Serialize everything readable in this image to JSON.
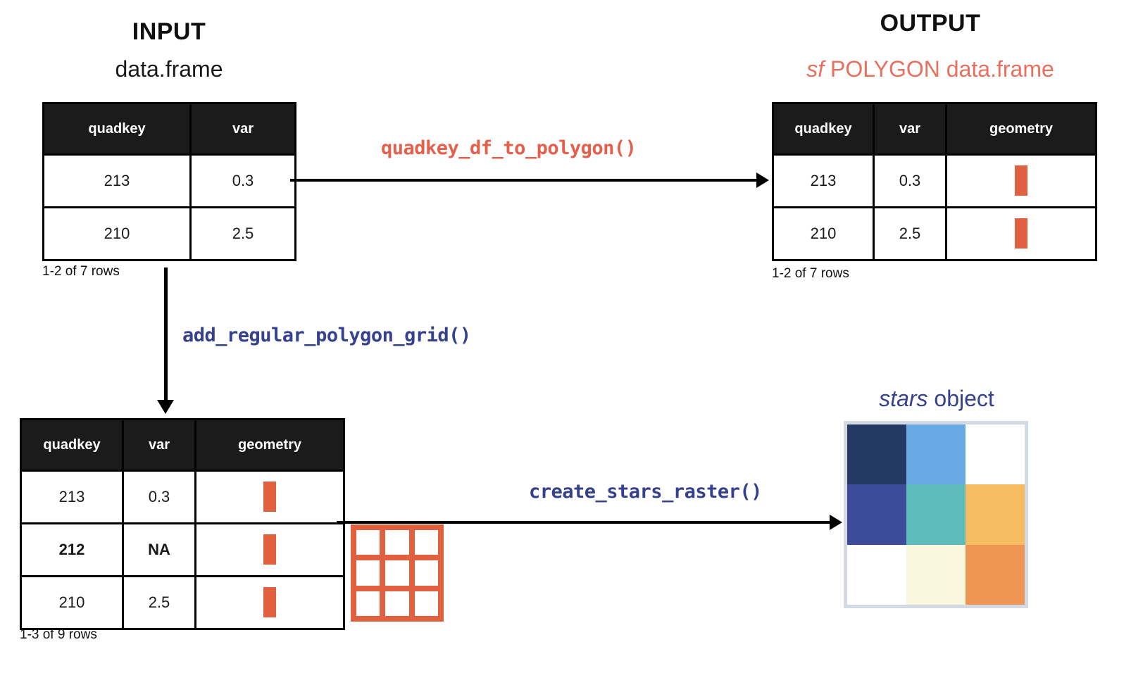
{
  "diagram": {
    "title_input": "INPUT",
    "title_output": "OUTPUT",
    "subtitle_input": "data.frame",
    "subtitle_output_em": "sf",
    "subtitle_output_rest": "POLYGON data.frame",
    "stars_label_em": "stars",
    "stars_label_rest": "object"
  },
  "colors": {
    "coral": "#e0603f",
    "coral_text": "#e4604d",
    "blue": "#36418e",
    "header_bg": "#1b1b1b",
    "raster_border": "#d3dae4"
  },
  "functions": {
    "quadkey_df_to_polygon": "quadkey_df_to_polygon()",
    "add_regular_polygon_grid": "add_regular_polygon_grid()",
    "create_stars_raster": "create_stars_raster()"
  },
  "input_table": {
    "columns": [
      "quadkey",
      "var"
    ],
    "rows": [
      {
        "quadkey": "213",
        "var": "0.3",
        "bold": false
      },
      {
        "quadkey": "210",
        "var": "2.5",
        "bold": false
      }
    ],
    "footer": "1-2 of 7 rows"
  },
  "output_table": {
    "columns": [
      "quadkey",
      "var",
      "geometry"
    ],
    "rows": [
      {
        "quadkey": "213",
        "var": "0.3",
        "geometry": "polygon-square-icon",
        "bold": false
      },
      {
        "quadkey": "210",
        "var": "2.5",
        "geometry": "polygon-square-icon",
        "bold": false
      }
    ],
    "footer": "1-2 of 7 rows"
  },
  "grid_table": {
    "columns": [
      "quadkey",
      "var",
      "geometry"
    ],
    "rows": [
      {
        "quadkey": "213",
        "var": "0.3",
        "geometry": "polygon-square-icon",
        "bold": false
      },
      {
        "quadkey": "212",
        "var": "NA",
        "geometry": "polygon-square-icon",
        "bold": true
      },
      {
        "quadkey": "210",
        "var": "2.5",
        "geometry": "polygon-square-icon",
        "bold": false
      }
    ],
    "footer": "1-3 of 9 rows"
  },
  "polygon_grid_glyph": {
    "name": "regular-polygon-grid-icon",
    "rows": 3,
    "cols": 3
  },
  "chart_data": {
    "type": "heatmap",
    "title": "stars object",
    "rows": 3,
    "cols": 3,
    "grid": true,
    "cells": [
      [
        "#253a63",
        "#6aaae4",
        "#ffffff"
      ],
      [
        "#3c4b9a",
        "#5ebbbb",
        "#f5bd5f"
      ],
      [
        "#ffffff",
        "#faf7de",
        "#ef9553"
      ]
    ]
  }
}
